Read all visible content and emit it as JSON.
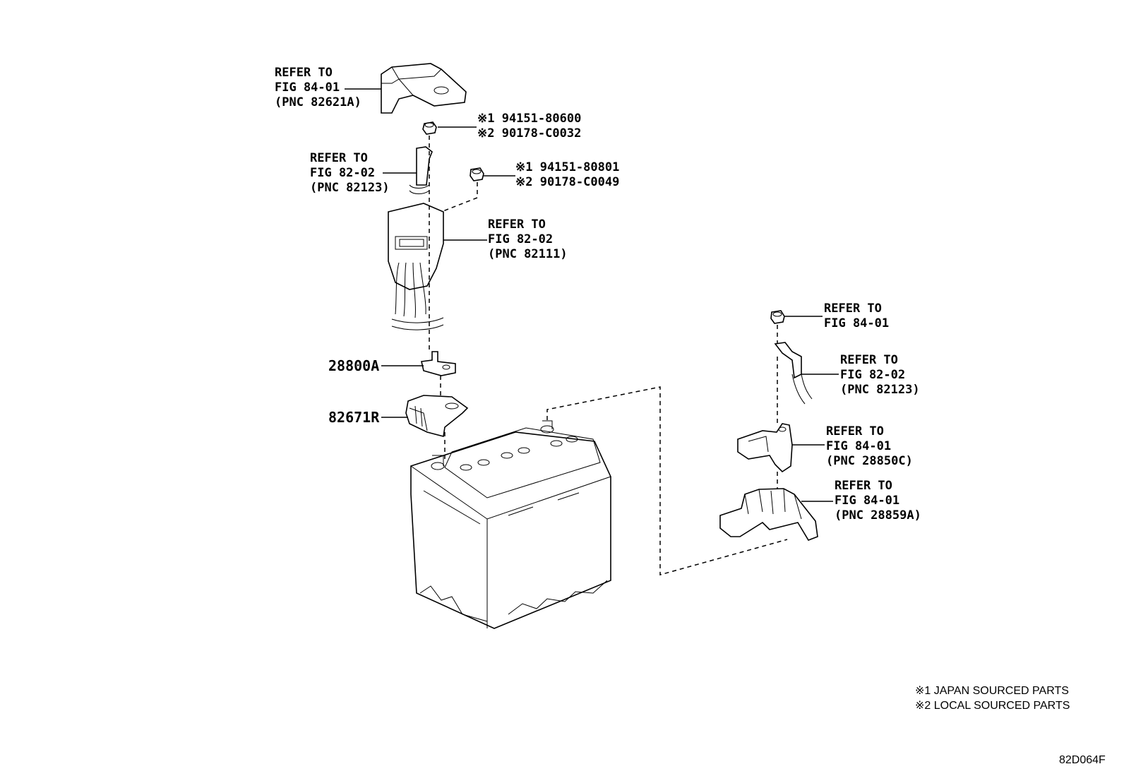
{
  "labels": {
    "cover_top": [
      "REFER TO",
      "FIG 84-01",
      "(PNC 82621A)"
    ],
    "nut_a": [
      "※1 94151-80600",
      "※2 90178-C0032"
    ],
    "cable_left": [
      "REFER TO",
      "FIG 82-02",
      "(PNC 82123)"
    ],
    "nut_b": [
      "※1 94151-80801",
      "※2 90178-C0049"
    ],
    "fuse_block": [
      "REFER TO",
      "FIG 82-02",
      "(PNC 82111)"
    ],
    "part_28800a": "28800A",
    "part_82671r": "82671R",
    "nut_right": [
      "REFER TO",
      "FIG 84-01"
    ],
    "cable_right": [
      "REFER TO",
      "FIG 82-02",
      "(PNC 82123)"
    ],
    "sensor": [
      "REFER TO",
      "FIG 84-01",
      "(PNC 28850C)"
    ],
    "bracket": [
      "REFER TO",
      "FIG 84-01",
      "(PNC 28859A)"
    ]
  },
  "legend": {
    "line1": "※1 JAPAN SOURCED PARTS",
    "line2": "※2 LOCAL SOURCED PARTS"
  },
  "figure_code": "82D064F"
}
